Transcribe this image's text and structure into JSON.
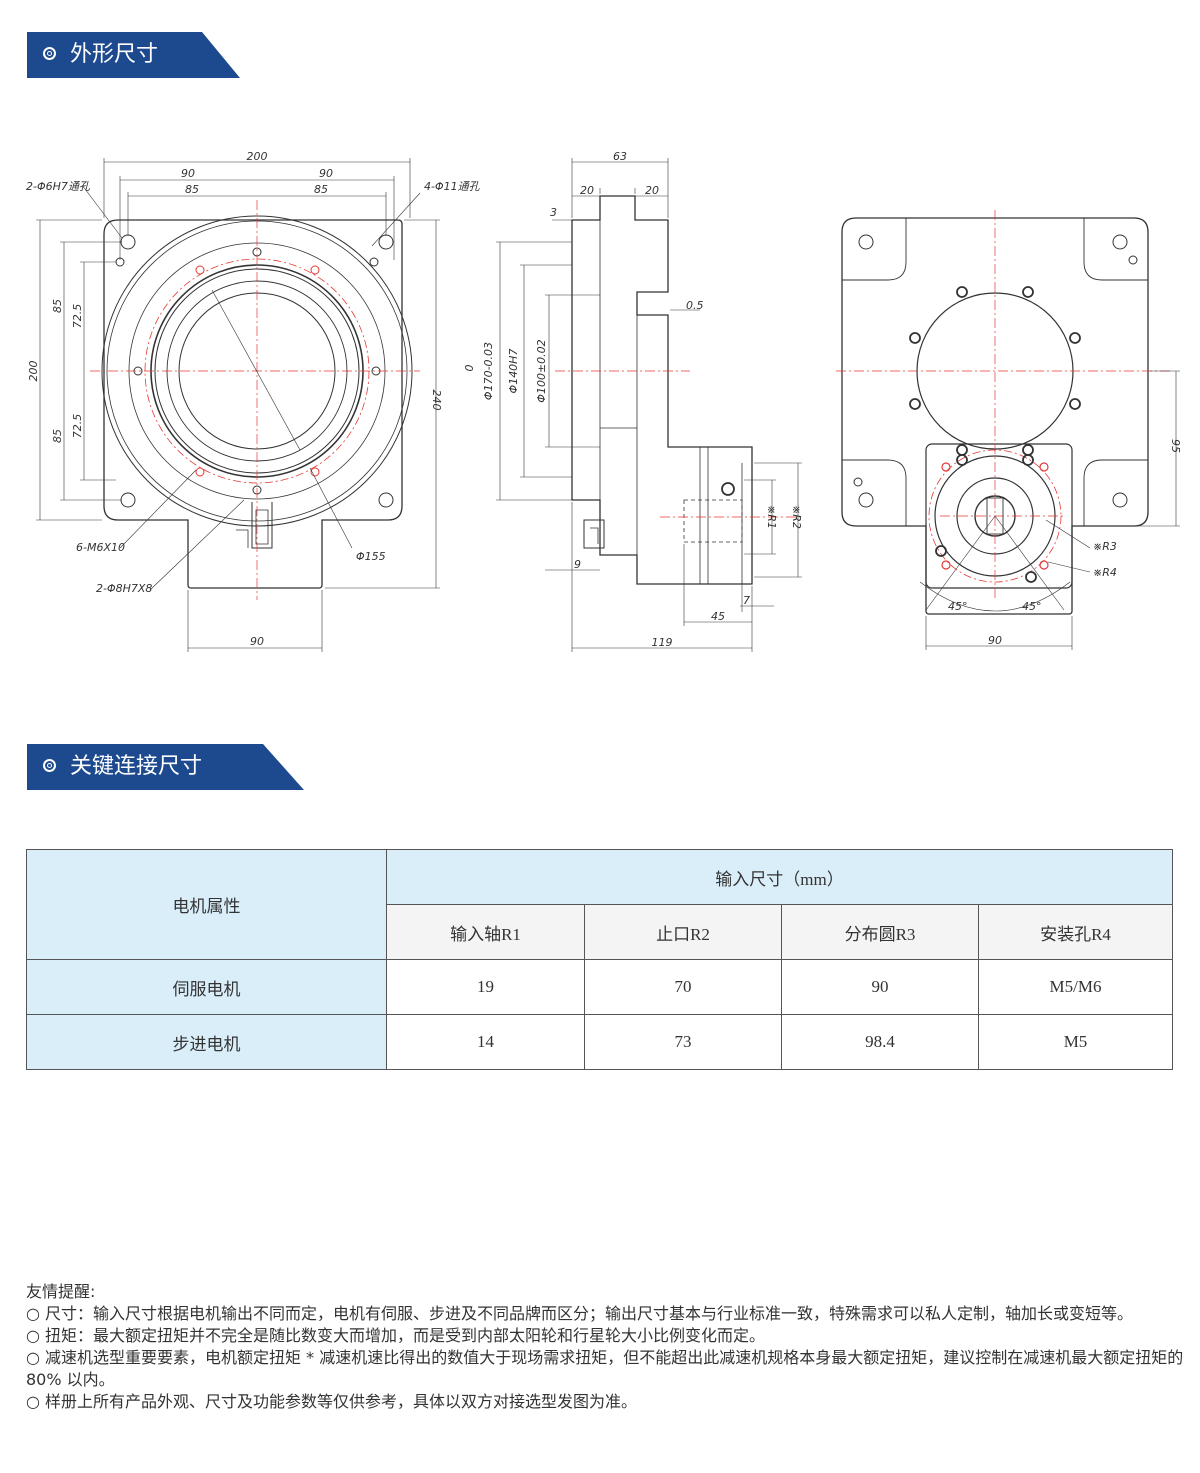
{
  "section1": {
    "title": "外形尺寸"
  },
  "section2": {
    "title": "关键连接尺寸"
  },
  "colors": {
    "banner": "#1d4a8f",
    "table_head": "#daeefa",
    "centerline": "#e53935"
  },
  "drawing_labels": {
    "front": {
      "w200": "200",
      "w90a": "90",
      "w90b": "90",
      "w85a": "85",
      "w85b": "85",
      "hole_top_left": "2-Φ6H7通孔",
      "hole_top_right": "4-Φ11通孔",
      "h200": "200",
      "h85a": "85",
      "h725a": "72.5",
      "h725b": "72.5",
      "h85b": "85",
      "h240": "240",
      "m6": "6-M6X10",
      "pin": "2-Φ8H7X8",
      "d155": "Φ155",
      "w90bottom": "90"
    },
    "side": {
      "w63": "63",
      "w20a": "20",
      "w20b": "20",
      "t3": "3",
      "t05": "0.5",
      "d0": "0",
      "d170": "Φ170-0.03",
      "d140": "Φ140H7",
      "d100": "Φ100±0.02",
      "r1": "※R1",
      "r2": "※R2",
      "t9": "9",
      "t7": "7",
      "w45": "45",
      "w119": "119"
    },
    "back": {
      "h95": "95",
      "r3": "※R3",
      "r4": "※R4",
      "a45a": "45°",
      "a45b": "45°",
      "w90": "90"
    }
  },
  "table": {
    "attr_header": "电机属性",
    "input_header": "输入尺寸（mm）",
    "columns": [
      "输入轴R1",
      "止口R2",
      "分布圆R3",
      "安装孔R4"
    ],
    "rows": [
      {
        "label": "伺服电机",
        "values": [
          "19",
          "70",
          "90",
          "M5/M6"
        ]
      },
      {
        "label": "步进电机",
        "values": [
          "14",
          "73",
          "98.4",
          "M5"
        ]
      }
    ]
  },
  "notes": {
    "heading": "友情提醒:",
    "items": [
      "○ 尺寸：输入尺寸根据电机输出不同而定，电机有伺服、步进及不同品牌而区分；输出尺寸基本与行业标准一致，特殊需求可以私人定制，轴加长或变短等。",
      "○ 扭矩：最大额定扭矩并不完全是随比数变大而增加，而是受到内部太阳轮和行星轮大小比例变化而定。",
      "○ 减速机选型重要要素，电机额定扭矩 * 减速机速比得出的数值大于现场需求扭矩，但不能超出此减速机规格本身最大额定扭矩，建议控制在减速机最大额定扭矩的 80% 以内。",
      "○ 样册上所有产品外观、尺寸及功能参数等仅供参考，具体以双方对接选型发图为准。"
    ]
  }
}
